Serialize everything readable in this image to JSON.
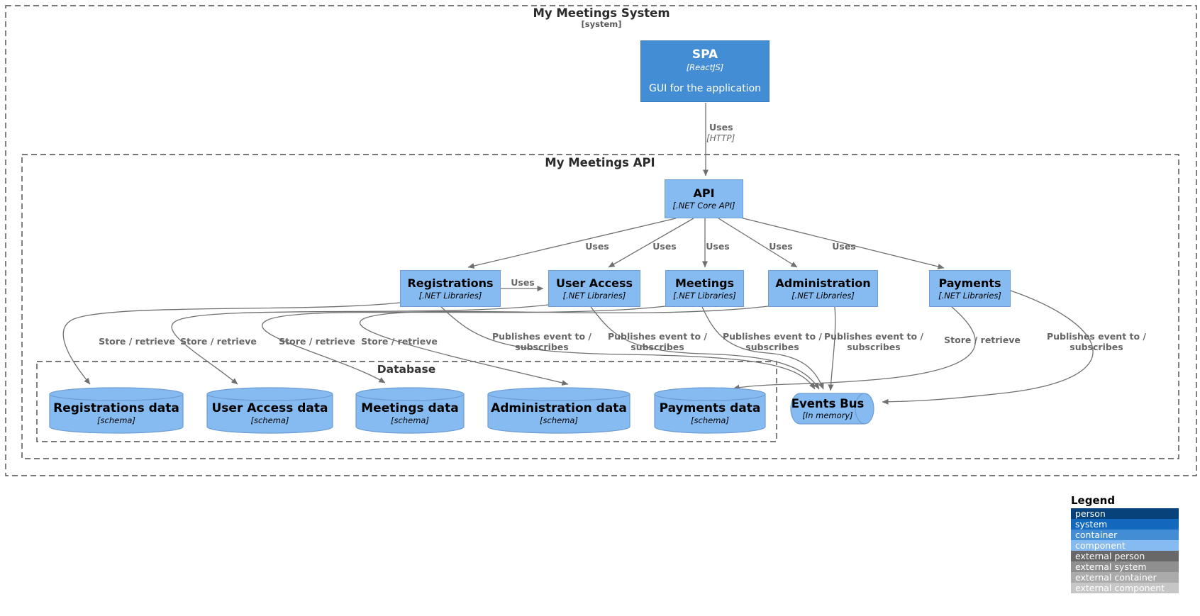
{
  "boundaries": {
    "system": {
      "title": "My Meetings System",
      "type_label": "[system]"
    },
    "api": {
      "title": "My Meetings API"
    },
    "database": {
      "title": "Database"
    }
  },
  "nodes": {
    "spa": {
      "name": "SPA",
      "tech": "[ReactJS]",
      "description": "GUI for the application"
    },
    "api": {
      "name": "API",
      "tech": "[.NET Core API]"
    },
    "registrations": {
      "name": "Registrations",
      "tech": "[.NET Libraries]"
    },
    "user_access": {
      "name": "User Access",
      "tech": "[.NET Libraries]"
    },
    "meetings": {
      "name": "Meetings",
      "tech": "[.NET Libraries]"
    },
    "administration": {
      "name": "Administration",
      "tech": "[.NET Libraries]"
    },
    "payments": {
      "name": "Payments",
      "tech": "[.NET Libraries]"
    },
    "registrations_data": {
      "name": "Registrations data",
      "tech": "[schema]"
    },
    "user_access_data": {
      "name": "User Access data",
      "tech": "[schema]"
    },
    "meetings_data": {
      "name": "Meetings data",
      "tech": "[schema]"
    },
    "administration_data": {
      "name": "Administration data",
      "tech": "[schema]"
    },
    "payments_data": {
      "name": "Payments data",
      "tech": "[schema]"
    },
    "events_bus": {
      "name": "Events Bus",
      "tech": "[In memory]"
    }
  },
  "relationships": {
    "uses": "Uses",
    "uses_tech": "[HTTP]",
    "store_retrieve": "Store / retrieve",
    "publishes_line1": "Publishes event to /",
    "publishes_line2": "subscribes"
  },
  "legend": {
    "title": "Legend",
    "items": [
      {
        "label": "person",
        "color": "#08427B"
      },
      {
        "label": "system",
        "color": "#1168BD"
      },
      {
        "label": "container",
        "color": "#438DD5"
      },
      {
        "label": "component",
        "color": "#85BBF0"
      },
      {
        "label": "external person",
        "color": "#686868"
      },
      {
        "label": "external system",
        "color": "#8F8F8F"
      },
      {
        "label": "external container",
        "color": "#ABABAB"
      },
      {
        "label": "external component",
        "color": "#C6C6C6"
      }
    ]
  },
  "colors": {
    "container_fill": "#438DD5",
    "component_fill": "#85BBF0",
    "edge": "#707070"
  }
}
